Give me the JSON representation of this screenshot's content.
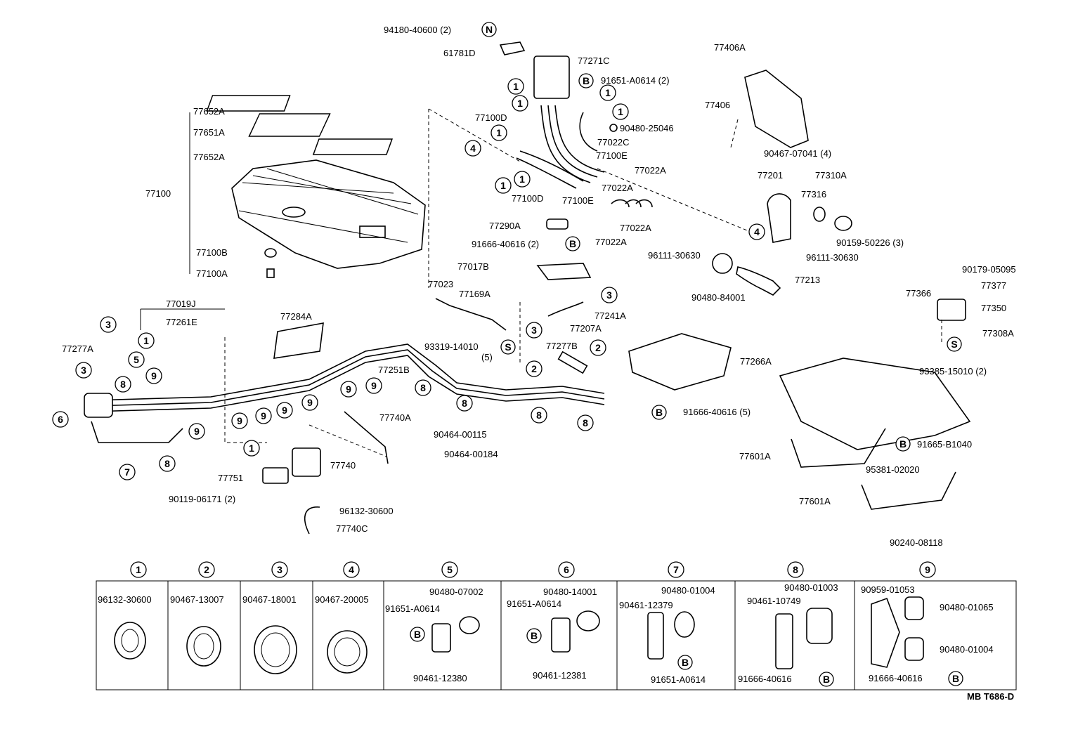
{
  "diagram_code": "MB T686-D",
  "labels": [
    {
      "id": "l1",
      "text": "94180-40600 (2)"
    },
    {
      "id": "l2",
      "text": "61781D"
    },
    {
      "id": "l3",
      "text": "77271C"
    },
    {
      "id": "l4",
      "text": "91651-A0614 (2)"
    },
    {
      "id": "l5",
      "text": "77100D"
    },
    {
      "id": "l6",
      "text": "90480-25046"
    },
    {
      "id": "l7",
      "text": "77022C"
    },
    {
      "id": "l8",
      "text": "77100E"
    },
    {
      "id": "l9",
      "text": "77022A"
    },
    {
      "id": "l10",
      "text": "77100D"
    },
    {
      "id": "l11",
      "text": "77100E"
    },
    {
      "id": "l12",
      "text": "77022A"
    },
    {
      "id": "l13",
      "text": "77022A"
    },
    {
      "id": "l14",
      "text": "77022A"
    },
    {
      "id": "l15",
      "text": "77290A"
    },
    {
      "id": "l16",
      "text": "91666-40616 (2)"
    },
    {
      "id": "l17",
      "text": "77406A"
    },
    {
      "id": "l18",
      "text": "77406"
    },
    {
      "id": "l19",
      "text": "90467-07041 (4)"
    },
    {
      "id": "l20",
      "text": "77201"
    },
    {
      "id": "l21",
      "text": "77310A"
    },
    {
      "id": "l22",
      "text": "77316"
    },
    {
      "id": "l23",
      "text": "90159-50226 (3)"
    },
    {
      "id": "l24",
      "text": "96111-30630"
    },
    {
      "id": "l25",
      "text": "96111-30630"
    },
    {
      "id": "l26",
      "text": "77213"
    },
    {
      "id": "l27",
      "text": "90480-84001"
    },
    {
      "id": "l28",
      "text": "90179-05095"
    },
    {
      "id": "l29",
      "text": "77377"
    },
    {
      "id": "l30",
      "text": "77366"
    },
    {
      "id": "l31",
      "text": "77350"
    },
    {
      "id": "l32",
      "text": "77308A"
    },
    {
      "id": "l33",
      "text": "93385-15010 (2)"
    },
    {
      "id": "l34",
      "text": "77652A"
    },
    {
      "id": "l35",
      "text": "77651A"
    },
    {
      "id": "l36",
      "text": "77652A"
    },
    {
      "id": "l37",
      "text": "77100"
    },
    {
      "id": "l38",
      "text": "77100B"
    },
    {
      "id": "l39",
      "text": "77100A"
    },
    {
      "id": "l40",
      "text": "77017B"
    },
    {
      "id": "l41",
      "text": "77023"
    },
    {
      "id": "l42",
      "text": "77169A"
    },
    {
      "id": "l43",
      "text": "77241A"
    },
    {
      "id": "l44",
      "text": "77207A"
    },
    {
      "id": "l45",
      "text": "77277B"
    },
    {
      "id": "l46",
      "text": "93319-14010"
    },
    {
      "id": "l47",
      "text": "(5)"
    },
    {
      "id": "l48",
      "text": "77251B"
    },
    {
      "id": "l49",
      "text": "77266A"
    },
    {
      "id": "l50",
      "text": "91666-40616 (5)"
    },
    {
      "id": "l51",
      "text": "77019J"
    },
    {
      "id": "l52",
      "text": "77261E"
    },
    {
      "id": "l53",
      "text": "77284A"
    },
    {
      "id": "l54",
      "text": "77277A"
    },
    {
      "id": "l55",
      "text": "77740A"
    },
    {
      "id": "l56",
      "text": "90464-00115"
    },
    {
      "id": "l57",
      "text": "90464-00184"
    },
    {
      "id": "l58",
      "text": "77740"
    },
    {
      "id": "l59",
      "text": "77751"
    },
    {
      "id": "l60",
      "text": "90119-06171 (2)"
    },
    {
      "id": "l61",
      "text": "96132-30600"
    },
    {
      "id": "l62",
      "text": "77740C"
    },
    {
      "id": "l63",
      "text": "91665-B1040"
    },
    {
      "id": "l64",
      "text": "77601A"
    },
    {
      "id": "l65",
      "text": "95381-02020"
    },
    {
      "id": "l66",
      "text": "77601A"
    },
    {
      "id": "l67",
      "text": "90240-08118"
    }
  ],
  "callouts": [
    {
      "id": "c1",
      "text": "N"
    },
    {
      "id": "c2",
      "text": "B"
    },
    {
      "id": "c3",
      "text": "1"
    },
    {
      "id": "c4",
      "text": "1"
    },
    {
      "id": "c5",
      "text": "1"
    },
    {
      "id": "c6",
      "text": "1"
    },
    {
      "id": "c7",
      "text": "1"
    },
    {
      "id": "c8",
      "text": "4"
    },
    {
      "id": "c9",
      "text": "1"
    },
    {
      "id": "c10",
      "text": "1"
    },
    {
      "id": "c11",
      "text": "B"
    },
    {
      "id": "c12",
      "text": "4"
    },
    {
      "id": "c13",
      "text": "S"
    },
    {
      "id": "c14",
      "text": "B"
    },
    {
      "id": "c15",
      "text": "3"
    },
    {
      "id": "c16",
      "text": "3"
    },
    {
      "id": "c17",
      "text": "S"
    },
    {
      "id": "c18",
      "text": "2"
    },
    {
      "id": "c19",
      "text": "2"
    },
    {
      "id": "c20",
      "text": "B"
    },
    {
      "id": "c21",
      "text": "3"
    },
    {
      "id": "c22",
      "text": "1"
    },
    {
      "id": "c23",
      "text": "3"
    },
    {
      "id": "c24",
      "text": "5"
    },
    {
      "id": "c25",
      "text": "9"
    },
    {
      "id": "c26",
      "text": "8"
    },
    {
      "id": "c27",
      "text": "6"
    },
    {
      "id": "c28",
      "text": "7"
    },
    {
      "id": "c29",
      "text": "8"
    },
    {
      "id": "c30",
      "text": "9"
    },
    {
      "id": "c31",
      "text": "9"
    },
    {
      "id": "c32",
      "text": "9"
    },
    {
      "id": "c33",
      "text": "9"
    },
    {
      "id": "c34",
      "text": "9"
    },
    {
      "id": "c35",
      "text": "9"
    },
    {
      "id": "c36",
      "text": "9"
    },
    {
      "id": "c37",
      "text": "8"
    },
    {
      "id": "c38",
      "text": "8"
    },
    {
      "id": "c39",
      "text": "8"
    },
    {
      "id": "c40",
      "text": "8"
    },
    {
      "id": "c41",
      "text": "1"
    }
  ],
  "legend": [
    {
      "num": "1",
      "parts": [
        "96132-30600"
      ]
    },
    {
      "num": "2",
      "parts": [
        "90467-13007"
      ]
    },
    {
      "num": "3",
      "parts": [
        "90467-18001"
      ]
    },
    {
      "num": "4",
      "parts": [
        "90467-20005"
      ]
    },
    {
      "num": "5",
      "parts": [
        "90480-07002",
        "91651-A0614",
        "90461-12380"
      ],
      "bolt": "B"
    },
    {
      "num": "6",
      "parts": [
        "90480-14001",
        "91651-A0614",
        "90461-12381"
      ],
      "bolt": "B"
    },
    {
      "num": "7",
      "parts": [
        "90480-01004",
        "90461-12379",
        "91651-A0614"
      ],
      "bolt": "B"
    },
    {
      "num": "8",
      "parts": [
        "90480-01003",
        "90461-10749",
        "91666-40616"
      ],
      "bolt": "B"
    },
    {
      "num": "9",
      "parts": [
        "90959-01053",
        "90480-01065",
        "90480-01004",
        "91666-40616"
      ],
      "bolt": "B"
    }
  ]
}
